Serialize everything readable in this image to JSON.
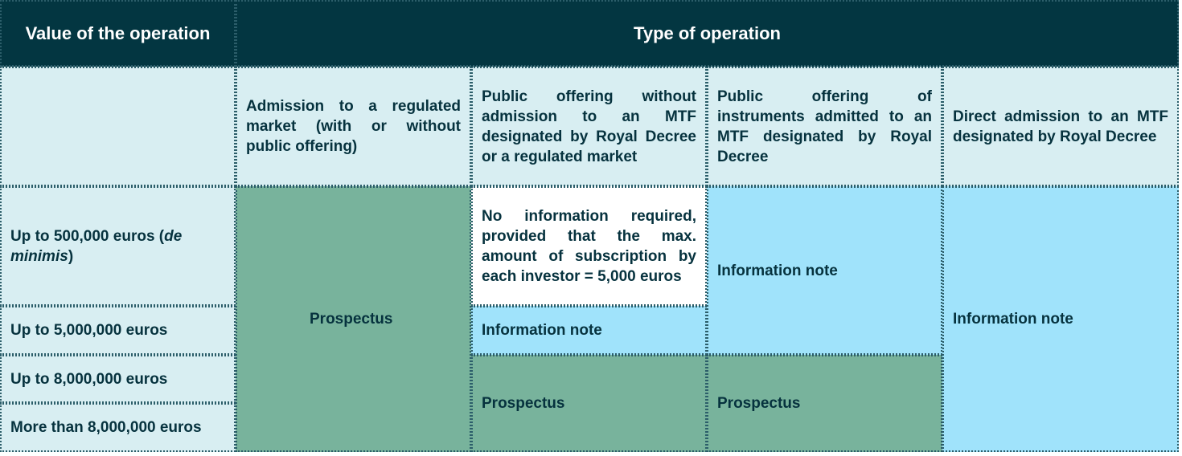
{
  "header": {
    "value_of_operation": "Value of the operation",
    "type_of_operation": "Type of operation"
  },
  "columns": {
    "admission_regulated": "Admission to a regulated market (with or without public offering)",
    "public_offering_without_admission": "Public offering without admission to an MTF designated by Royal Decree or a regulated market",
    "public_offering_admitted_mtf": "Public offering of instruments admitted to an MTF designated by Royal Decree",
    "direct_admission_mtf": "Direct admission to an MTF designated by Royal Decree"
  },
  "rows": {
    "r1_prefix": "Up to 500,000 euros (",
    "r1_italic": "de minimis",
    "r1_suffix": ")",
    "r2": "Up to 5,000,000 euros",
    "r3": "Up to 8,000,000 euros",
    "r4": "More than 8,000,000 euros"
  },
  "cells": {
    "prospectus_regulated": "Prospectus",
    "no_information": "No information required, provided that the max. amount of subscription by each investor = 5,000 euros",
    "info_note_public_without": "Information note",
    "prospectus_public_without": "Prospectus",
    "info_note_public_admitted": "Information note",
    "prospectus_public_admitted": "Prospectus",
    "info_note_direct": "Information note"
  },
  "colors": {
    "header": "#033641",
    "light": "#d8eef2",
    "green": "#78b39c",
    "blue": "#a0e3fb",
    "text": "#06323e"
  }
}
